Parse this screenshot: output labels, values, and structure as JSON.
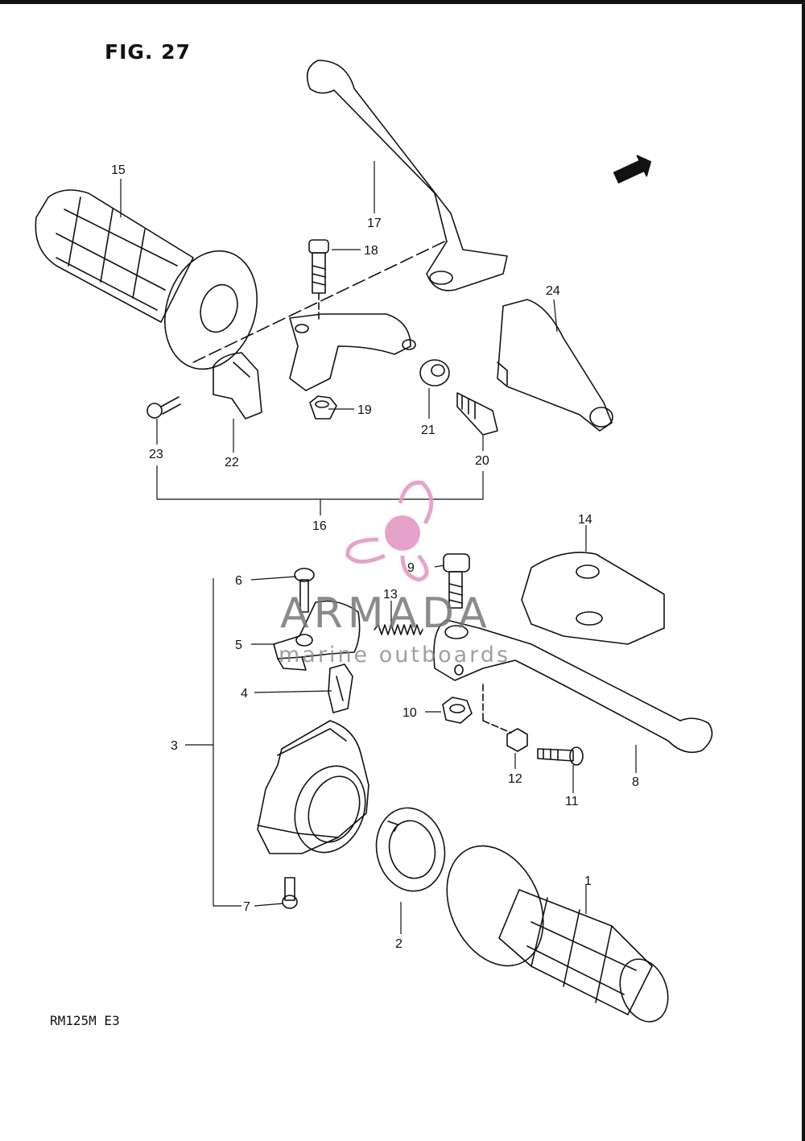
{
  "figure": {
    "title": "FIG. 27",
    "model_code": "RM125M E3"
  },
  "direction_badge": "FWD",
  "watermark": {
    "brand": "ARMADA",
    "tagline": "marine outboards"
  },
  "callouts": [
    "1",
    "2",
    "3",
    "4",
    "5",
    "6",
    "7",
    "8",
    "9",
    "10",
    "11",
    "12",
    "13",
    "14",
    "15",
    "16",
    "17",
    "18",
    "19",
    "20",
    "21",
    "22",
    "23",
    "24"
  ]
}
